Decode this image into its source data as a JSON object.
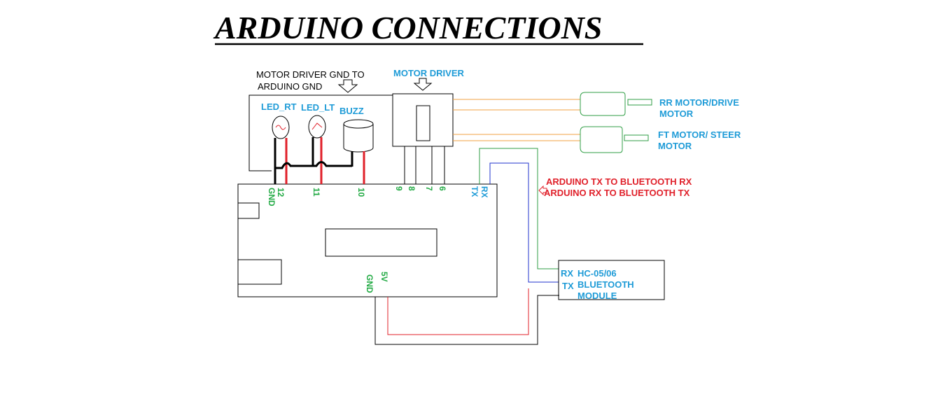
{
  "title": "ARDUINO CONNECTIONS",
  "labels": {
    "gnd_note_line1": "MOTOR DRIVER  GND TO",
    "gnd_note_line2": "ARDUINO GND",
    "motor_driver": "MOTOR DRIVER",
    "led_rt": "LED_RT",
    "led_lt": "LED_LT",
    "buzz": "BUZZ",
    "rr_motor_line1": "RR MOTOR/DRIVE",
    "rr_motor_line2": "MOTOR",
    "ft_motor_line1": "FT MOTOR/ STEER",
    "ft_motor_line2": "MOTOR",
    "tx_note": "ARDUINO TX TO BLUETOOTH RX",
    "rx_note": "ARDUINO RX TO BLUETOOTH TX",
    "bt_rx": "RX",
    "bt_tx": "TX",
    "bt_name_line1": "HC-05/06",
    "bt_name_line2": "BLUETOOTH",
    "bt_name_line3": "MODULE"
  },
  "pins": {
    "gnd_top": "GND",
    "p12": "12",
    "p11": "11",
    "p10": "10",
    "p9": "9",
    "p8": "8",
    "p7": "7",
    "p6": "6",
    "rx": "RX",
    "tx": "TX",
    "gnd_bottom": "GND",
    "v5": "5V"
  },
  "colors": {
    "blue_label": "#1e9bd7",
    "red_label": "#e0202a",
    "pin_green": "#22aa44",
    "wire_red": "#e0202a",
    "wire_orange": "#f0a040",
    "wire_green": "#2f9e44",
    "wire_blue": "#2233cc",
    "motor_green": "#2f9e44"
  }
}
